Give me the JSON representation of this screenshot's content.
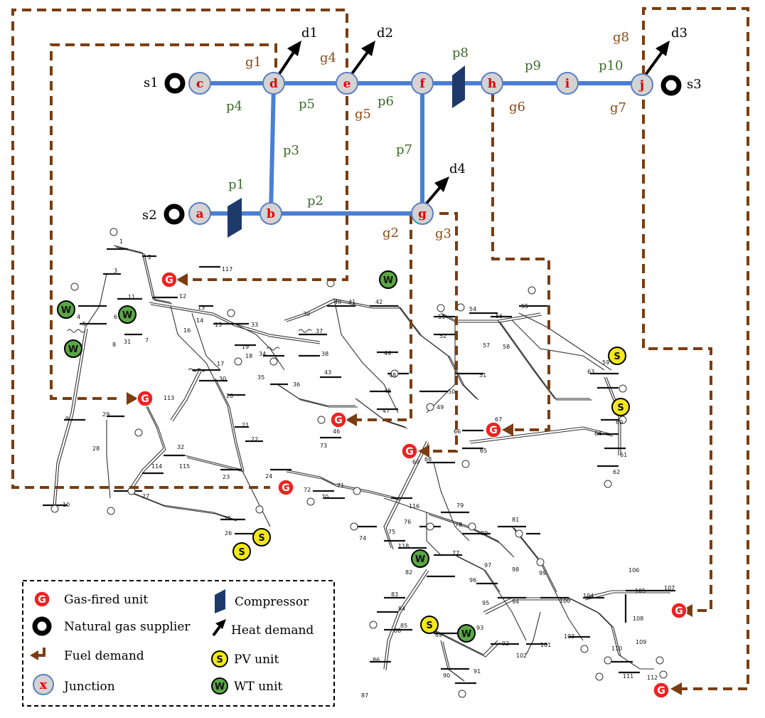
{
  "junctions": {
    "a": "a",
    "b": "b",
    "c": "c",
    "d": "d",
    "e": "e",
    "f": "f",
    "g": "g",
    "h": "h",
    "i": "i",
    "j": "j"
  },
  "pipes": {
    "p1": "p1",
    "p2": "p2",
    "p3": "p3",
    "p4": "p4",
    "p5": "p5",
    "p6": "p6",
    "p7": "p7",
    "p8": "p8",
    "p9": "p9",
    "p10": "p10"
  },
  "gas_units": {
    "g1": "g1",
    "g2": "g2",
    "g3": "g3",
    "g4": "g4",
    "g5": "g5",
    "g6": "g6",
    "g7": "g7",
    "g8": "g8"
  },
  "heat_demands": {
    "d1": "d1",
    "d2": "d2",
    "d3": "d3",
    "d4": "d4"
  },
  "suppliers": {
    "s1": "s1",
    "s2": "s2",
    "s3": "s3"
  },
  "markers": {
    "gas_unit": "G",
    "pv": "S",
    "wt": "W",
    "junction": "x",
    "generator_small": "G"
  },
  "bus_numbers": [
    "1",
    "2",
    "3",
    "4",
    "5",
    "6",
    "7",
    "8",
    "9",
    "10",
    "11",
    "12",
    "13",
    "14",
    "15",
    "16",
    "17",
    "18",
    "19",
    "20",
    "21",
    "22",
    "23",
    "24",
    "25",
    "26",
    "27",
    "28",
    "29",
    "30",
    "31",
    "32",
    "33",
    "34",
    "35",
    "36",
    "37",
    "38",
    "39",
    "40",
    "41",
    "42",
    "43",
    "44",
    "45",
    "46",
    "47",
    "48",
    "49",
    "50",
    "51",
    "52",
    "53",
    "54",
    "55",
    "56",
    "57",
    "58",
    "59",
    "60",
    "61",
    "62",
    "63",
    "64",
    "65",
    "66",
    "67",
    "68",
    "69",
    "70",
    "71",
    "72",
    "73",
    "74",
    "75",
    "76",
    "77",
    "78",
    "79",
    "80",
    "81",
    "82",
    "83",
    "84",
    "85",
    "86",
    "87",
    "88",
    "89",
    "90",
    "91",
    "92",
    "93",
    "94",
    "95",
    "96",
    "97",
    "98",
    "99",
    "100",
    "101",
    "102",
    "103",
    "104",
    "105",
    "106",
    "107",
    "108",
    "109",
    "110",
    "111",
    "112",
    "113",
    "114",
    "115",
    "116",
    "117",
    "118"
  ],
  "legend": {
    "gas_fired_unit": "Gas-fired unit",
    "supplier": "Natural gas supplier",
    "fuel_demand": "Fuel demand",
    "junction": "Junction",
    "compressor": "Compressor",
    "heat_demand": "Heat demand",
    "pv_unit": "PV unit",
    "wt_unit": "WT unit"
  },
  "colors": {
    "pipe": "#4a7fd4",
    "fuel_line": "#7a3d10",
    "junction_fill": "#d3d3d3",
    "junction_stroke": "#5b7fc0",
    "gas_unit": "#ee2222",
    "pv": "#f2e81a",
    "wt": "#5aa845",
    "compressor": "#1e3a6a"
  }
}
